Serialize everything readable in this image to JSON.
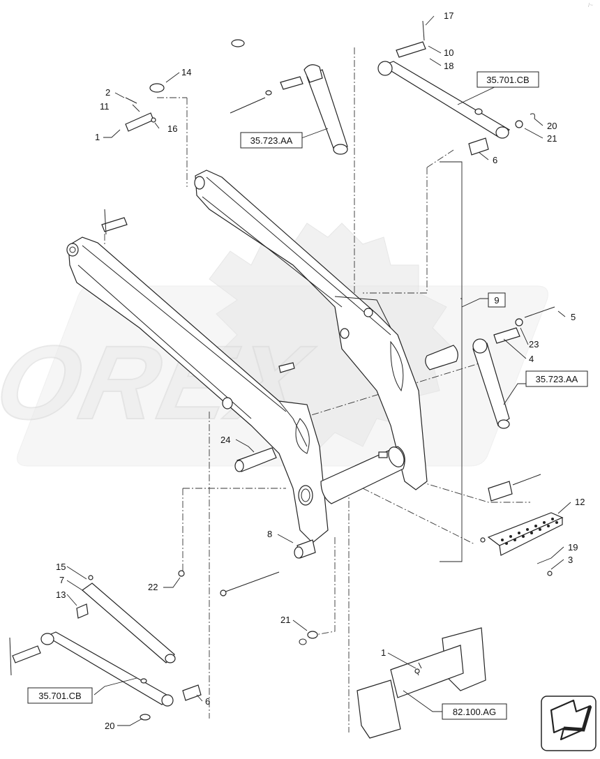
{
  "diagram": {
    "watermark": "OREX",
    "corner_mark": "/~",
    "callouts": [
      "17",
      "10",
      "18",
      "14",
      "2",
      "11",
      "16",
      "1",
      "20",
      "21",
      "6",
      "9",
      "5",
      "23",
      "4",
      "24",
      "8",
      "12",
      "19",
      "3",
      "22",
      "15",
      "7",
      "13",
      "21",
      "1",
      "6",
      "20"
    ],
    "reference_boxes": [
      "35.701.CB",
      "35.723.AA",
      "9",
      "35.723.AA",
      "35.701.CB",
      "82.100.AG"
    ],
    "colors": {
      "line": "#222222",
      "watermark": "#e6e6e6",
      "background": "#ffffff"
    },
    "icons": [
      "navigation-arrow-icon"
    ]
  }
}
